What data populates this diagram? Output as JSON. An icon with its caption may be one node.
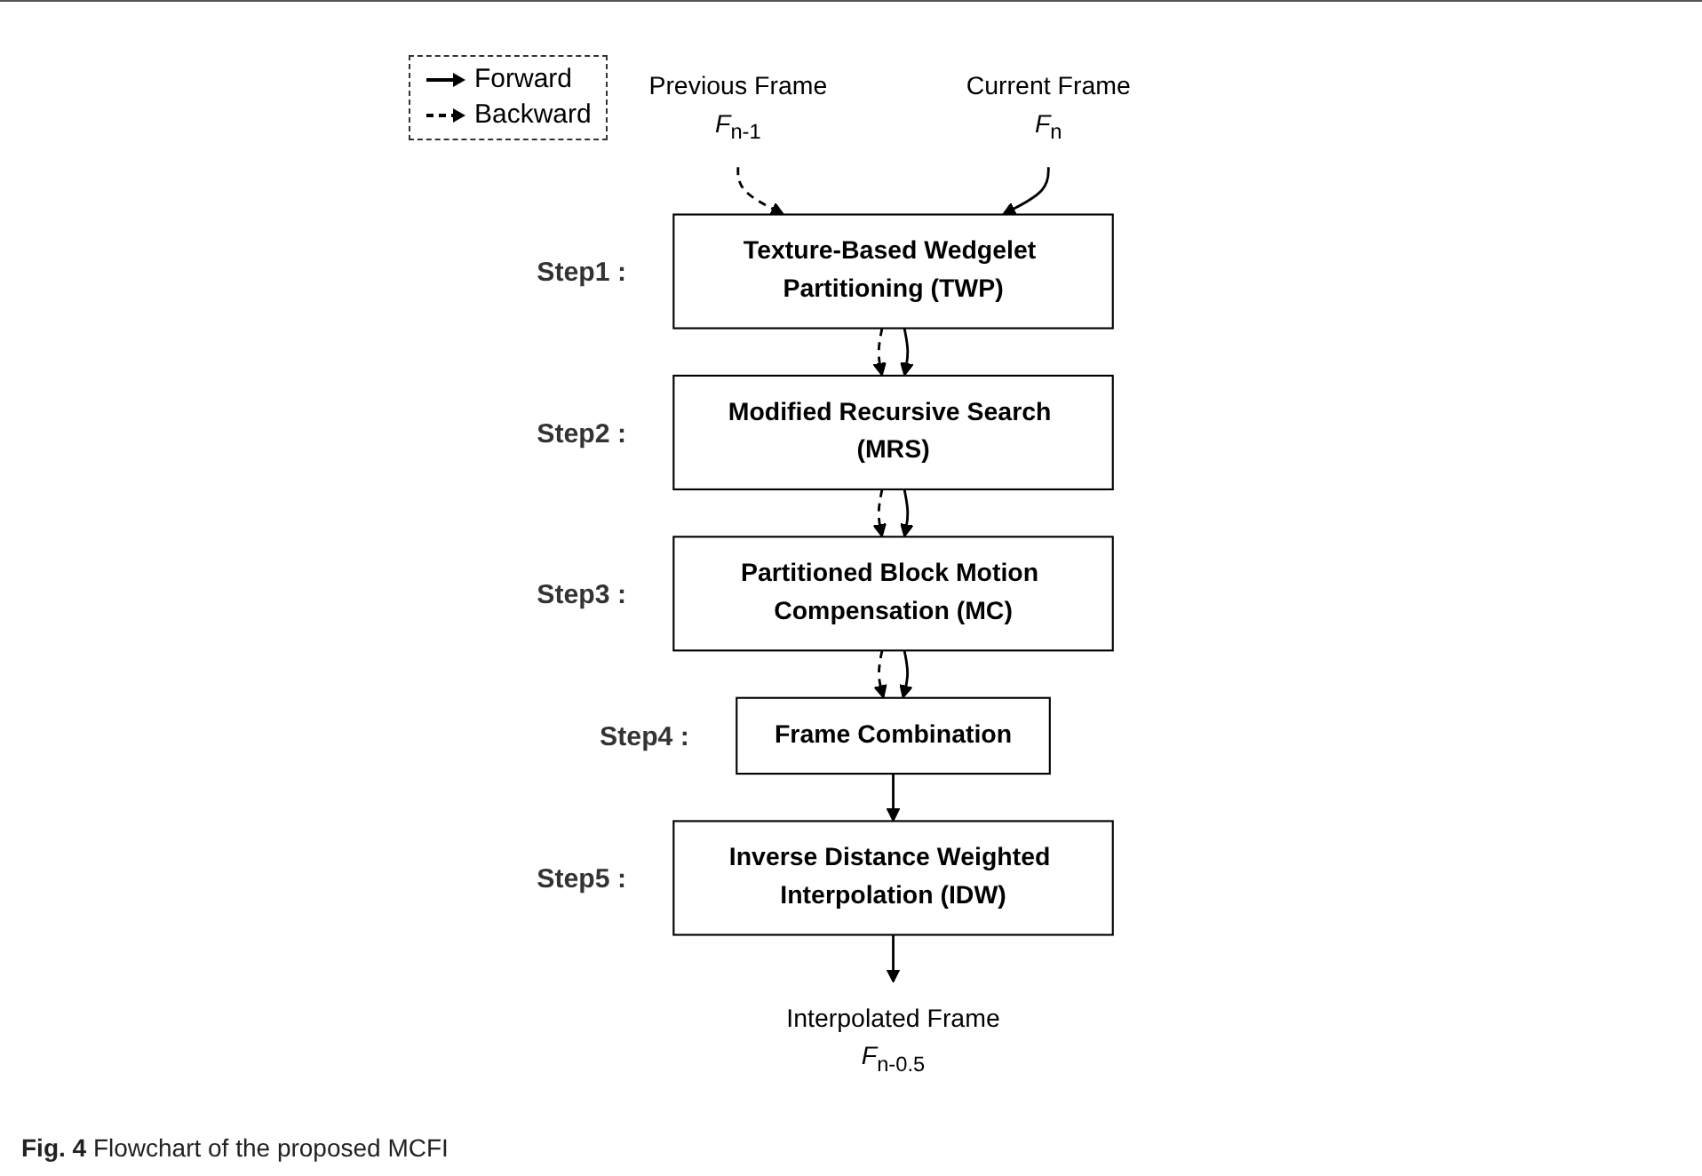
{
  "diagram": {
    "caption": "**Fig. 4** Flowchart of the proposed MCFI",
    "nodes": [
      {
        "text": [
          "Previous Frame",
          "*F*$_{n-1}$"
        ]
      },
      {
        "text": [
          "Current Frame",
          "*F*$_{n}$"
        ]
      },
      {
        "text": [
          "Texture-Based Wedgelet Partitioning (TWP)"
        ],
        "beside": [
          "Step1 :"
        ]
      },
      {
        "text": [
          "Modified Recursive Search (MRS)"
        ],
        "beside": [
          "Step2 :"
        ]
      },
      {
        "text": [
          "Partitioned Block Motion Compensation (MC)"
        ],
        "beside": [
          "Step3 :"
        ]
      },
      {
        "text": [
          "Frame Combination"
        ],
        "beside": [
          "Step4 :"
        ]
      },
      {
        "text": [
          "Inverse Distance Weighted Interpolation (IDW)"
        ],
        "beside": [
          "Step5 :"
        ]
      },
      {
        "text": [
          "Interpolated Frame",
          "*F*$_{n-0.5}$"
        ]
      }
    ],
    "edges": [
      {
        "from": 0,
        "to": 2,
        "arrow": "to",
        "style": "dashed"
      },
      {
        "from": 1,
        "to": 2,
        "arrow": "to"
      },
      {
        "from": 2,
        "to": 3,
        "arrow": "to",
        "style": "dashed"
      },
      {
        "from": 2,
        "to": 3,
        "arrow": "to"
      },
      {
        "from": 3,
        "to": 4,
        "arrow": "to",
        "style": "dashed"
      },
      {
        "from": 3,
        "to": 4,
        "arrow": "to"
      },
      {
        "from": 4,
        "to": 5,
        "arrow": "to",
        "style": "dashed"
      },
      {
        "from": 4,
        "to": 5,
        "arrow": "to"
      },
      {
        "from": 5,
        "to": 6,
        "arrow": "to"
      },
      {
        "from": 6,
        "to": 7,
        "arrow": "to"
      }
    ],
    "legend": [
      {
        "text": "Forward"
      },
      {
        "text": "Backward"
      }
    ]
  }
}
